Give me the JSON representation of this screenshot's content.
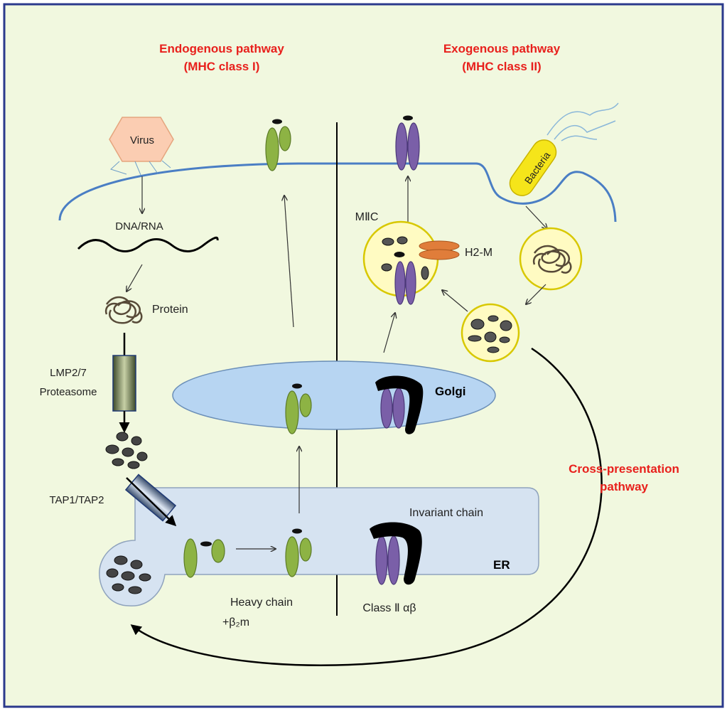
{
  "colors": {
    "panel_bg": "#f1f8df",
    "panel_border": "#2b3a8c",
    "membrane": "#4a7ec4",
    "title_red": "#e8201c",
    "er_fill": "#d6e3f1",
    "golgi_fill": "#b7d5f2",
    "vesicle_fill": "#fffbc2",
    "vesicle_border": "#d8c800",
    "mhc1_green": "#8db344",
    "mhc2_purple": "#7a5fa8",
    "h2m_orange": "#e07d3a",
    "virus_fill": "#fbcdb2",
    "bacteria_fill": "#f5e51a"
  },
  "titles": {
    "endogenous_line1": "Endogenous pathway",
    "endogenous_line2": "(MHC class I)",
    "exogenous_line1": "Exogenous pathway",
    "exogenous_line2": "(MHC class II)",
    "cross_line1": "Cross-presentation",
    "cross_line2": "pathway"
  },
  "labels": {
    "virus": "Virus",
    "dna_rna": "DNA/RNA",
    "protein": "Protein",
    "lmp_line1": "LMP2/7",
    "lmp_line2": "Proteasome",
    "tap": "TAP1/TAP2",
    "heavy_line1": "Heavy chain",
    "heavy_line2": "+β₂m",
    "golgi": "Golgi",
    "er": "ER",
    "invariant": "Invariant chain",
    "class2": "Class Ⅱ αβ",
    "miic": "MⅡC",
    "h2m": "H2-M",
    "bacteria": "Bacteria"
  },
  "icons": [
    "virus-icon",
    "bacteria-icon",
    "proteasome-icon",
    "tap-transporter-icon",
    "protein-tangle-icon",
    "mhc-class-i-icon",
    "mhc-class-ii-icon",
    "h2m-icon",
    "invariant-chain-icon"
  ]
}
